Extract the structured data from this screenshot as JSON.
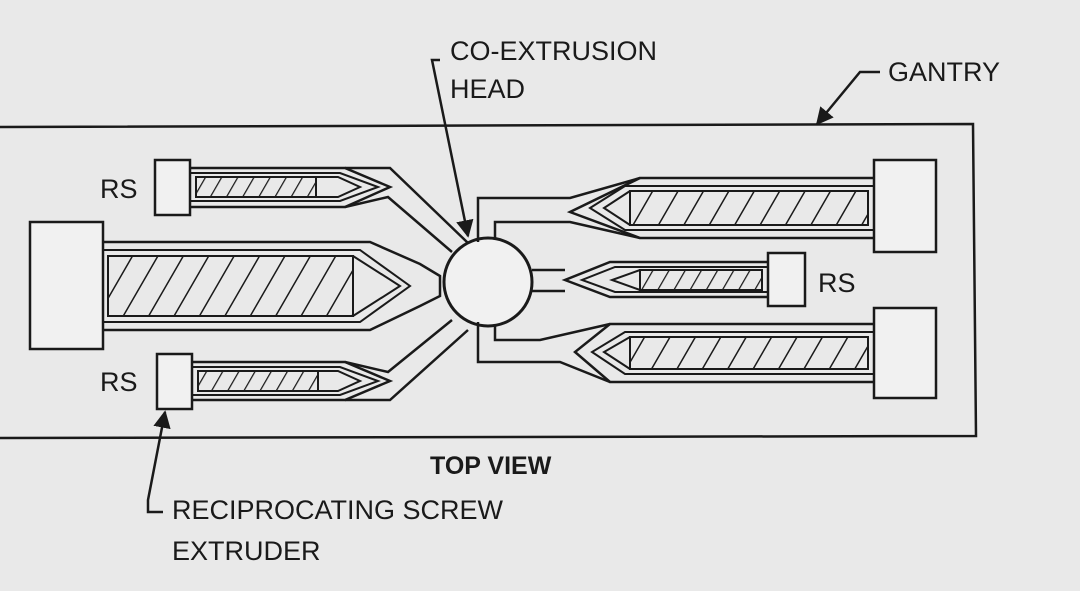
{
  "labels": {
    "coextrusion_head_line1": "CO-EXTRUSION",
    "coextrusion_head_line2": "HEAD",
    "gantry": "GANTRY",
    "rs_top_left": "RS",
    "rs_bottom_left": "RS",
    "rs_right": "RS",
    "view_title": "TOP VIEW",
    "extruder_line1": "RECIPROCATING SCREW",
    "extruder_line2": "EXTRUDER"
  },
  "colors": {
    "background": "#e9e9e9",
    "ink": "#1a1a1a",
    "paper": "#f1f1f1"
  }
}
